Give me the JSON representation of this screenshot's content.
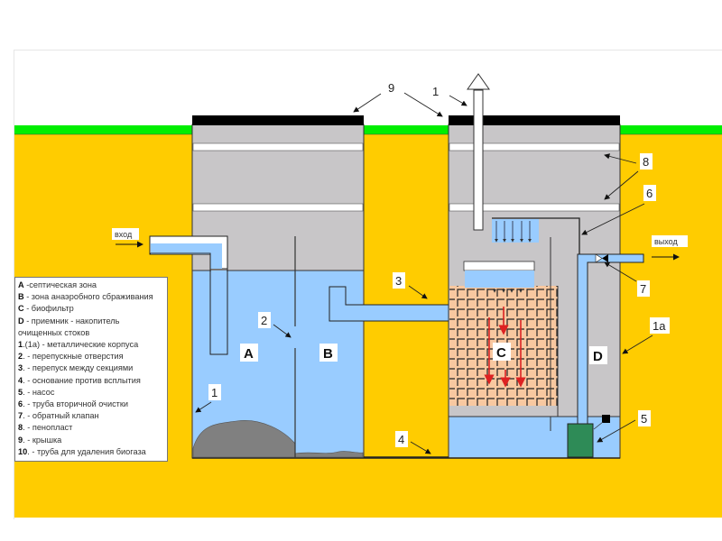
{
  "colors": {
    "ground": "#ffcc00",
    "grass": "#00ee00",
    "water": "#99ccff",
    "concrete": "#c8c6c8",
    "lid": "#000000",
    "foam": "#ffffff",
    "sludge": "#808080",
    "biofilter": "#f8c8a0",
    "pump": "#2e8b57",
    "flow_arrow": "#dd2222"
  },
  "flow": {
    "inlet_label": "вход",
    "outlet_label": "выход"
  },
  "zones": {
    "A": "A",
    "B": "B",
    "C": "C",
    "D": "D"
  },
  "callouts": {
    "c9": "9",
    "c1_top": "1",
    "c8": "8",
    "c6": "6",
    "c7": "7",
    "c3": "3",
    "c2": "2",
    "c1_left": "1",
    "c1a": "1a",
    "c4": "4",
    "c5": "5"
  },
  "legend": [
    {
      "key": "A",
      "text": " -септическая зона"
    },
    {
      "key": "B",
      "text": " - зона анаэробного сбраживания"
    },
    {
      "key": "C",
      "text": " - биофильтр"
    },
    {
      "key": "D",
      "text": " - приемник - накопитель"
    },
    {
      "key": "",
      "text": "очищенных стоков"
    },
    {
      "key": "1",
      "text": ".(1а) - металлические корпуса"
    },
    {
      "key": "2",
      "text": ". - перепускные отверстия"
    },
    {
      "key": "3",
      "text": ". - перепуск между секциями"
    },
    {
      "key": "4",
      "text": ". - основание против всплытия"
    },
    {
      "key": "5",
      "text": ". - насос"
    },
    {
      "key": "6",
      "text": ". - труба вторичной очистки"
    },
    {
      "key": "7",
      "text": ". - обратный клапан"
    },
    {
      "key": "8",
      "text": ". - пенопласт"
    },
    {
      "key": "9",
      "text": ". - крышка"
    },
    {
      "key": "10",
      "text": ". - труба для удаления биогаза"
    }
  ]
}
